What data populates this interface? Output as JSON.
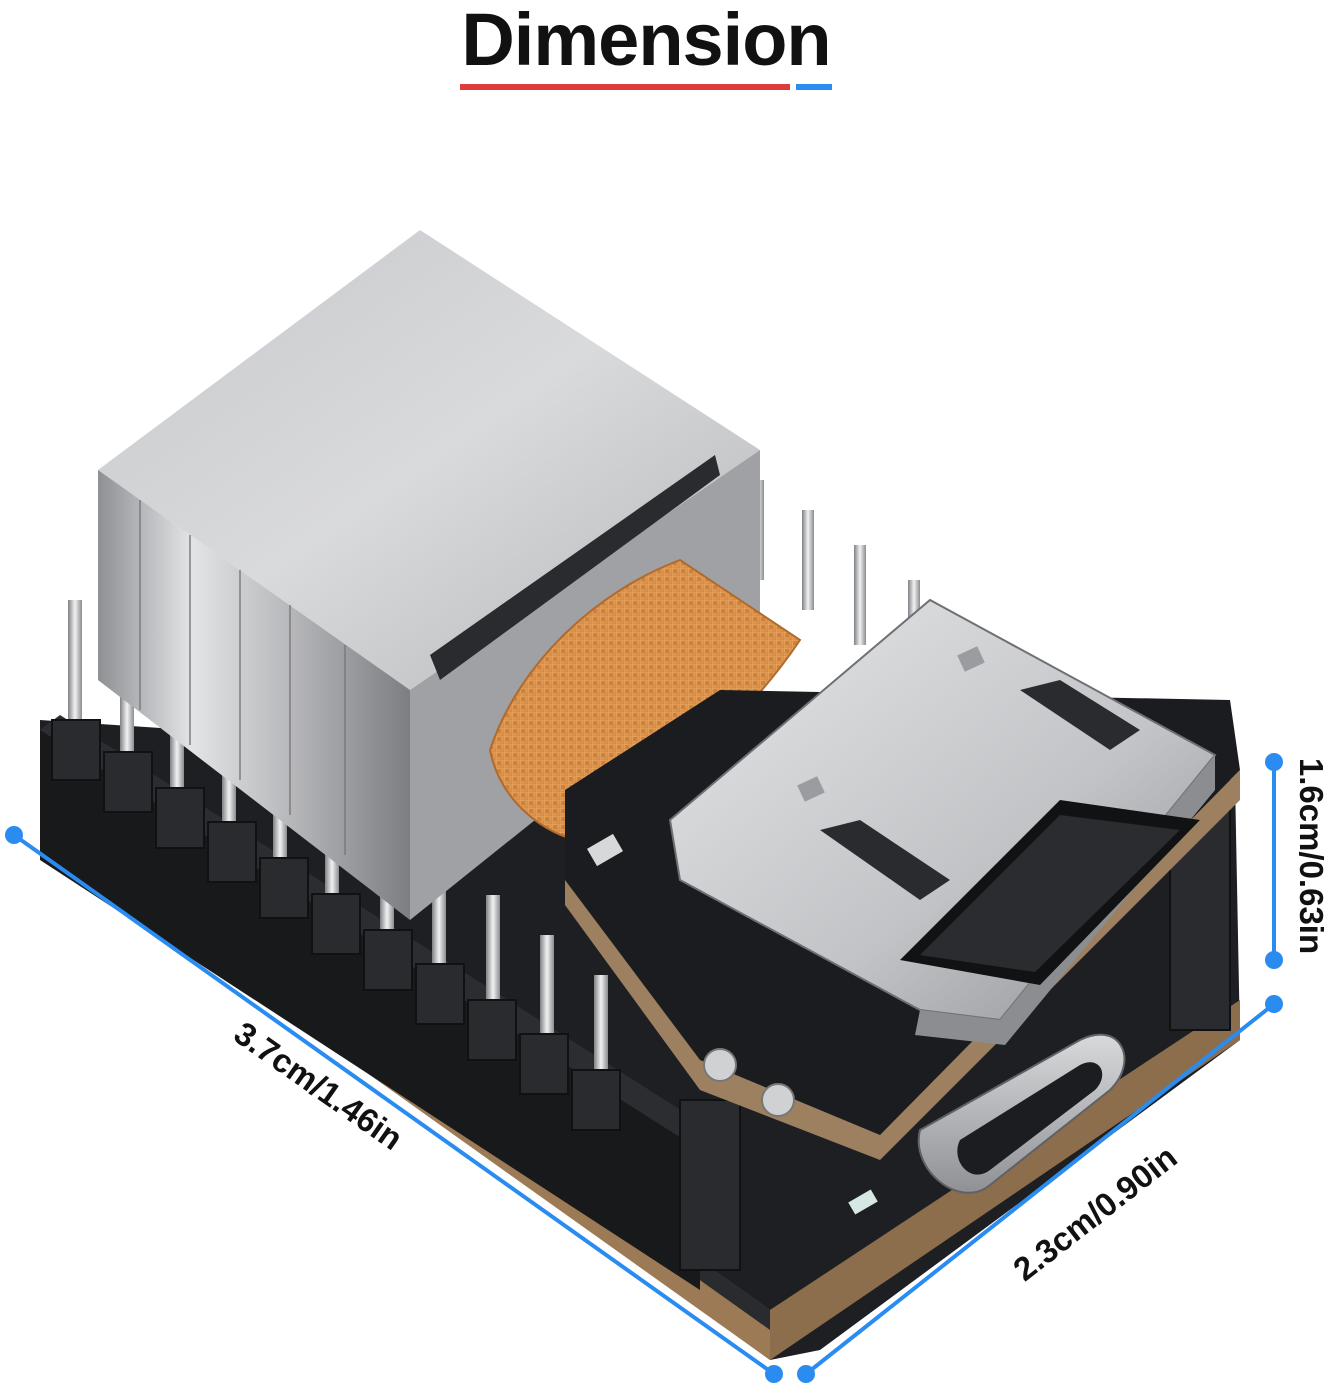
{
  "title": "Dimension",
  "colors": {
    "title_text": "#111111",
    "underline_red": "#dc3c3c",
    "underline_blue": "#2a8cf0",
    "dimension_line": "#2a8cf0"
  },
  "dimensions": {
    "length": "3.7cm/1.46in",
    "width": "2.3cm/0.90in",
    "height": "1.6cm/0.63in"
  },
  "product": {
    "description_icon": "mini-board-with-ethernet-hdmi-usb-c",
    "parts": [
      "rj45-port",
      "hdmi-port",
      "usb-c-port",
      "pin-headers",
      "ribbon-cable"
    ]
  }
}
